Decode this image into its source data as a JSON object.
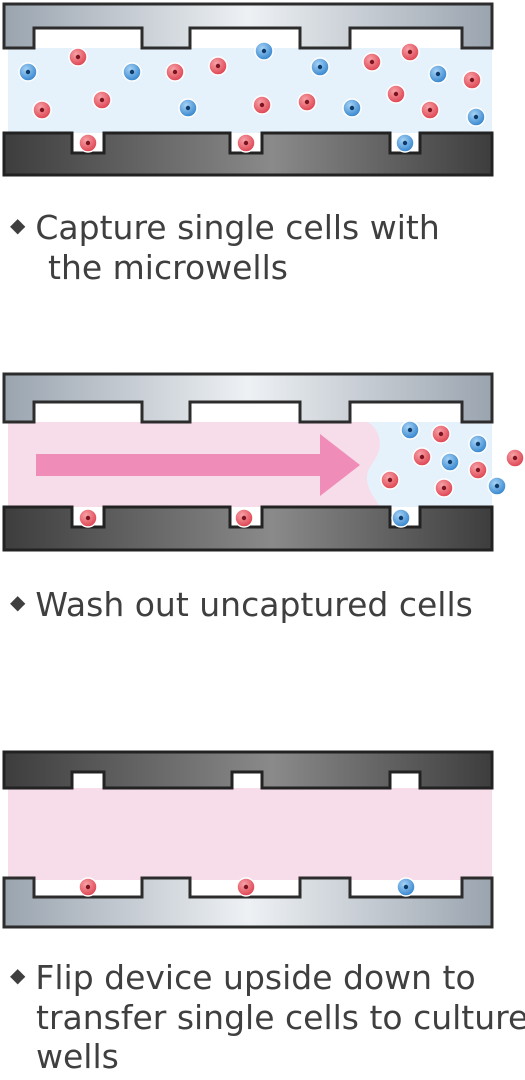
{
  "steps": [
    {
      "bullet": "◆",
      "caption_line1": "Capture single cells with",
      "caption_line2": "the microwells"
    },
    {
      "bullet": "◆",
      "caption_line1": "Wash out uncaptured cells"
    },
    {
      "bullet": "◆",
      "caption_line1": "Flip device upside down to",
      "caption_line2": "transfer single cells to culture",
      "caption_line3": "wells"
    }
  ],
  "colors": {
    "plate_dark": "#4a4a4a",
    "plate_light": "#cfd6de",
    "medium_blue": "#e6f2fb",
    "medium_pink": "#f6dde9",
    "arrow": "#ef8cb8",
    "cell_red": "#e8545f",
    "cell_blue": "#3d8fd6"
  }
}
